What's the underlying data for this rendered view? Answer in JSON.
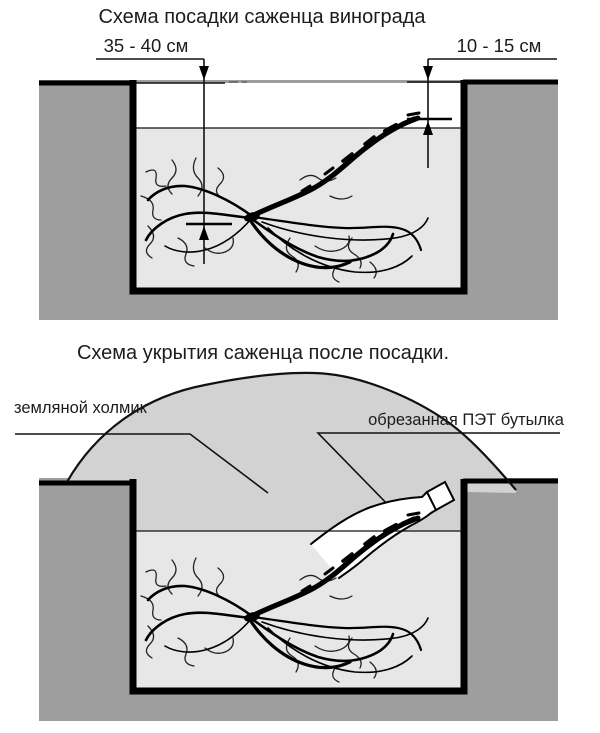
{
  "diagram1": {
    "title": "Схема посадки саженца винограда",
    "dim_depth": "35 - 40 см",
    "dim_tip": "10 - 15 см"
  },
  "diagram2": {
    "title": "Схема укрытия саженца после посадки.",
    "label_mound": "земляной холмик",
    "label_bottle": "обрезанная ПЭТ бутылка"
  },
  "colors": {
    "background": "#ffffff",
    "soil": "#9e9e9e",
    "pit_fill": "#e7e7e7",
    "mound": "#d2d2d2",
    "line": "#111111",
    "bottle_fill": "#ffffff"
  }
}
